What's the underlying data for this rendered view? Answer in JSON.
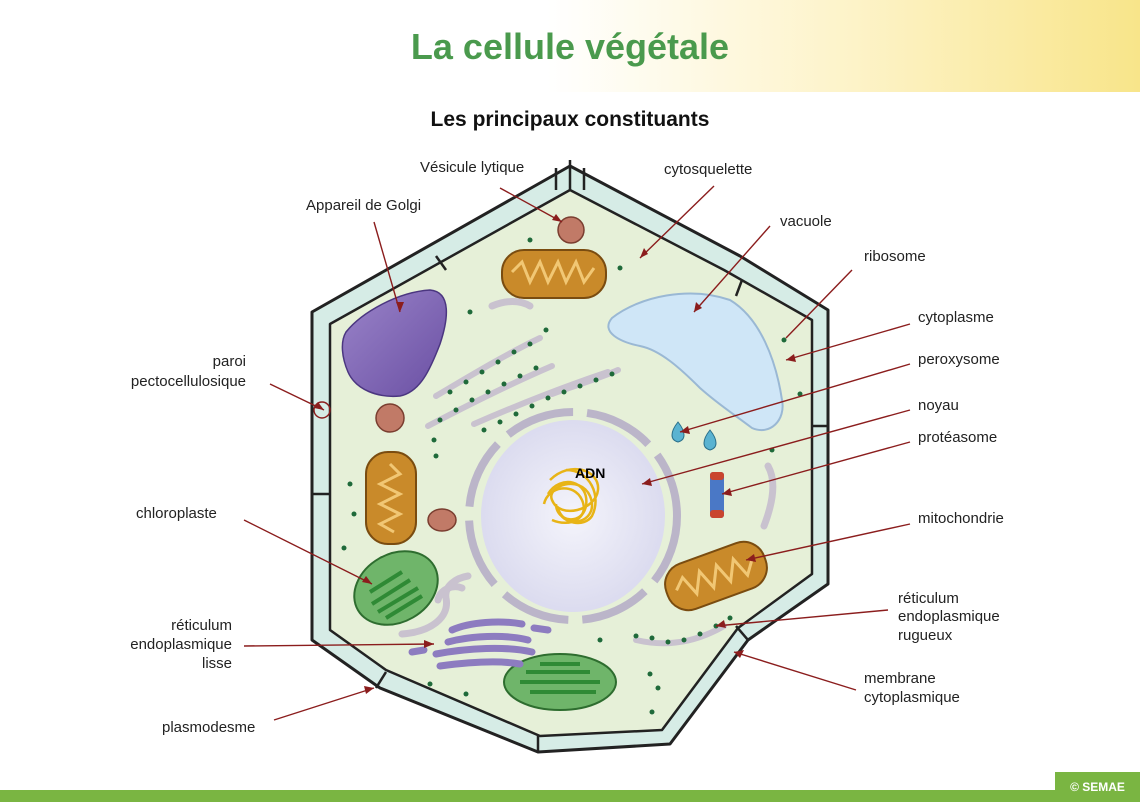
{
  "title": "La cellule végétale",
  "subtitle": "Les principaux constituants",
  "labels": {
    "vesicule": "Vésicule lytique",
    "cytosquelette": "cytosquelette",
    "golgi": "Appareil de Golgi",
    "vacuole": "vacuole",
    "ribosome": "ribosome",
    "cytoplasme": "cytoplasme",
    "peroxysome": "peroxysome",
    "paroi_1": "paroi",
    "paroi_2": "pectocellulosique",
    "noyau": "noyau",
    "proteasome": "protéasome",
    "chloroplaste": "chloroplaste",
    "mitochondrie": "mitochondrie",
    "rer_1": "réticulum",
    "rer_2": "endoplasmique",
    "rer_3": "rugueux",
    "rel_1": "réticulum",
    "rel_2": "endoplasmique",
    "rel_3": "lisse",
    "membrane_1": "membrane",
    "membrane_2": "cytoplasmique",
    "plasmodesme": "plasmodesme",
    "adn": "ADN"
  },
  "copyright": "© SEMAE",
  "colors": {
    "title": "#4a9a4d",
    "leader_line": "#8b1d1d",
    "cytoplasm": "#e6f0d8",
    "wall": "#d6ece6",
    "footer": "#7ab542"
  }
}
